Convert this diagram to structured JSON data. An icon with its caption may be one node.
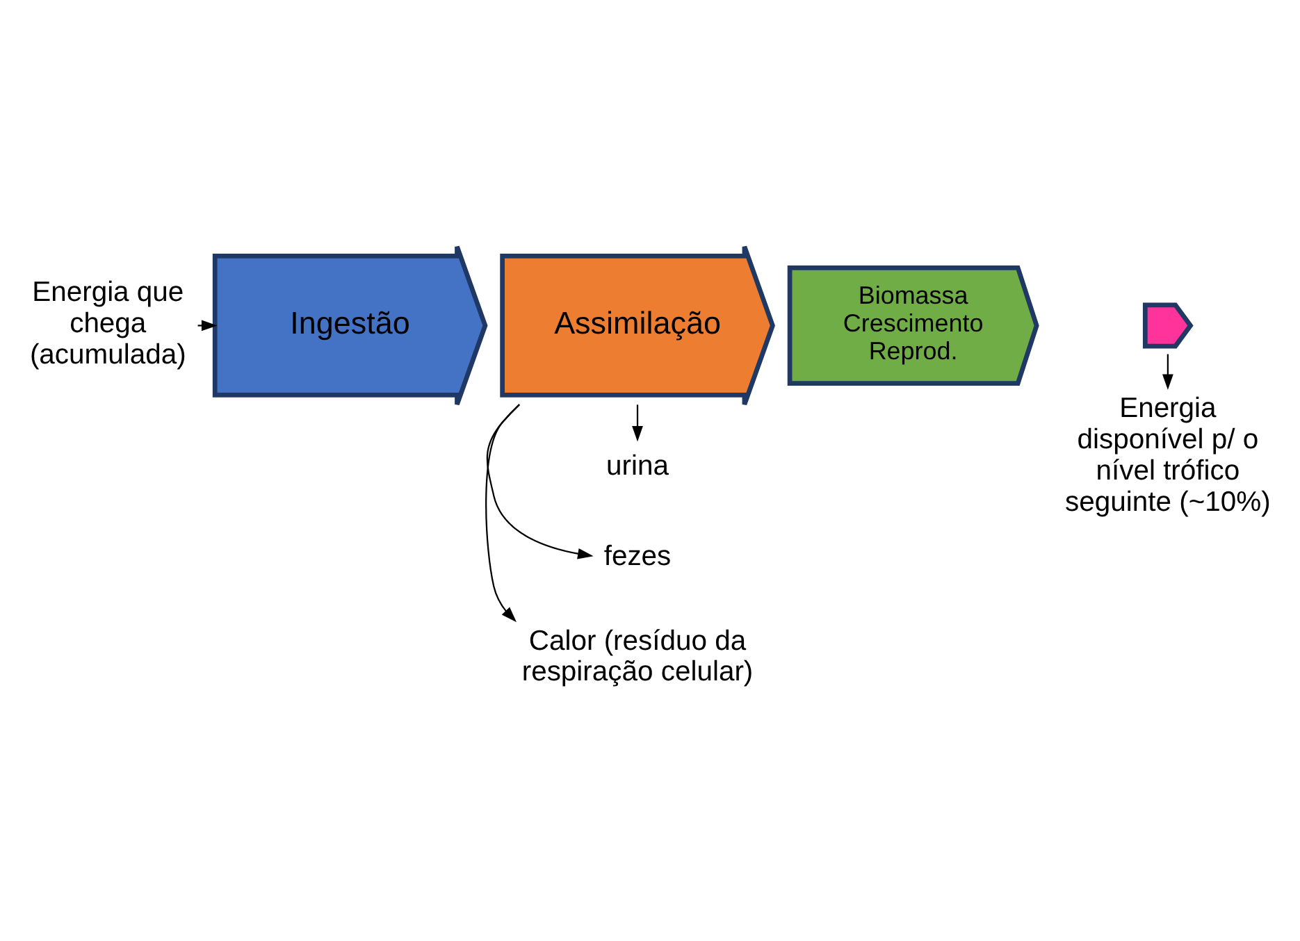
{
  "diagram": {
    "nodes": [
      {
        "text": [
          "Ingestão"
        ]
      },
      {
        "text": [
          "Assimilação"
        ]
      },
      {
        "text": [
          "Biomassa Crescimento Reprod."
        ]
      },
      {
        "text": [],
        "shape": "chevron"
      },
      {
        "text": [
          "Energia que chega (acumulada)"
        ]
      },
      {
        "text": [
          "Calor (resíduo da respiração celular)"
        ]
      },
      {
        "text": [
          "fezes"
        ]
      },
      {
        "text": [
          "urina"
        ]
      },
      {
        "text": [
          "Energia disponível p/ o nível trófico seguinte (~10%)"
        ]
      }
    ],
    "edges": [
      {
        "from": 4,
        "to": 0,
        "arrow": "to"
      },
      {
        "from": 1,
        "to": 5,
        "arrow": "to"
      },
      {
        "from": 1,
        "to": 6,
        "arrow": "to"
      },
      {
        "from": 1,
        "to": 7,
        "arrow": "to"
      },
      {
        "from": 3,
        "to": 8,
        "arrow": "to"
      }
    ]
  }
}
